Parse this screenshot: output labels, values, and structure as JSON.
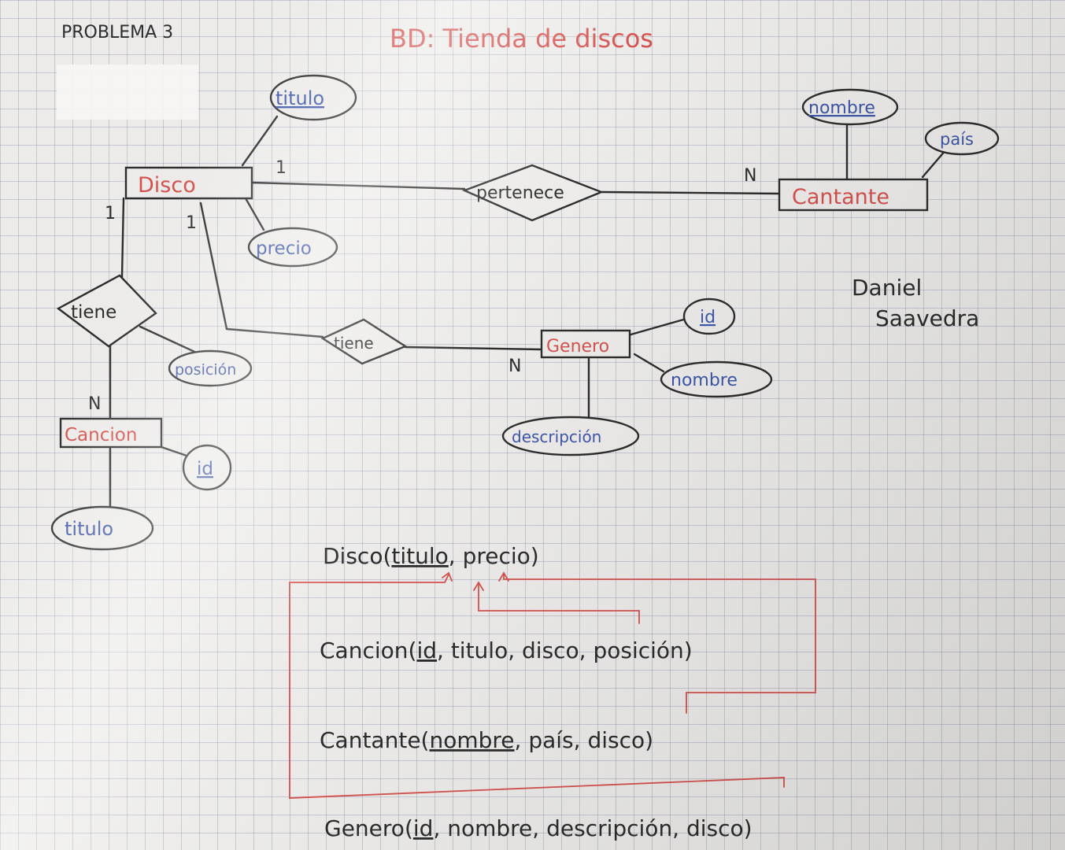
{
  "header": {
    "problem": "PROBLEMA 3",
    "title": "BD: Tienda de discos"
  },
  "author": {
    "line1": "Daniel",
    "line2": "Saavedra"
  },
  "entities": {
    "disco": "Disco",
    "cantante": "Cantante",
    "genero": "Genero",
    "cancion": "Cancion"
  },
  "relationships": {
    "pertenece": "pertenece",
    "tiene_cancion": "tiene",
    "tiene_genero": "tiene"
  },
  "attributes": {
    "disco_titulo": "titulo",
    "disco_precio": "precio",
    "cantante_nombre": "nombre",
    "cantante_pais": "país",
    "genero_id": "id",
    "genero_nombre": "nombre",
    "genero_descripcion": "descripción",
    "tiene_posicion": "posición",
    "cancion_id": "id",
    "cancion_titulo": "titulo"
  },
  "cardinalities": {
    "disco_pertenece": "1",
    "cantante_pertenece": "N",
    "disco_tiene": "1",
    "cancion_tiene": "N",
    "disco_tiene_genero": "1",
    "genero_tiene": "N"
  },
  "schema": [
    {
      "name": "Disco",
      "key": "titulo",
      "rest": ", precio)"
    },
    {
      "name": "Cancion",
      "key": "id",
      "rest": ", titulo, disco, posición)"
    },
    {
      "name": "Cantante",
      "key": "nombre",
      "rest": ", país, disco)"
    },
    {
      "name": "Genero",
      "key": "id",
      "rest": ", nombre, descripción, disco)"
    }
  ],
  "colors": {
    "ink": "#2c2c2c",
    "red": "#d4524e",
    "blue": "#3d56a8",
    "paper": "#ecebe9"
  }
}
